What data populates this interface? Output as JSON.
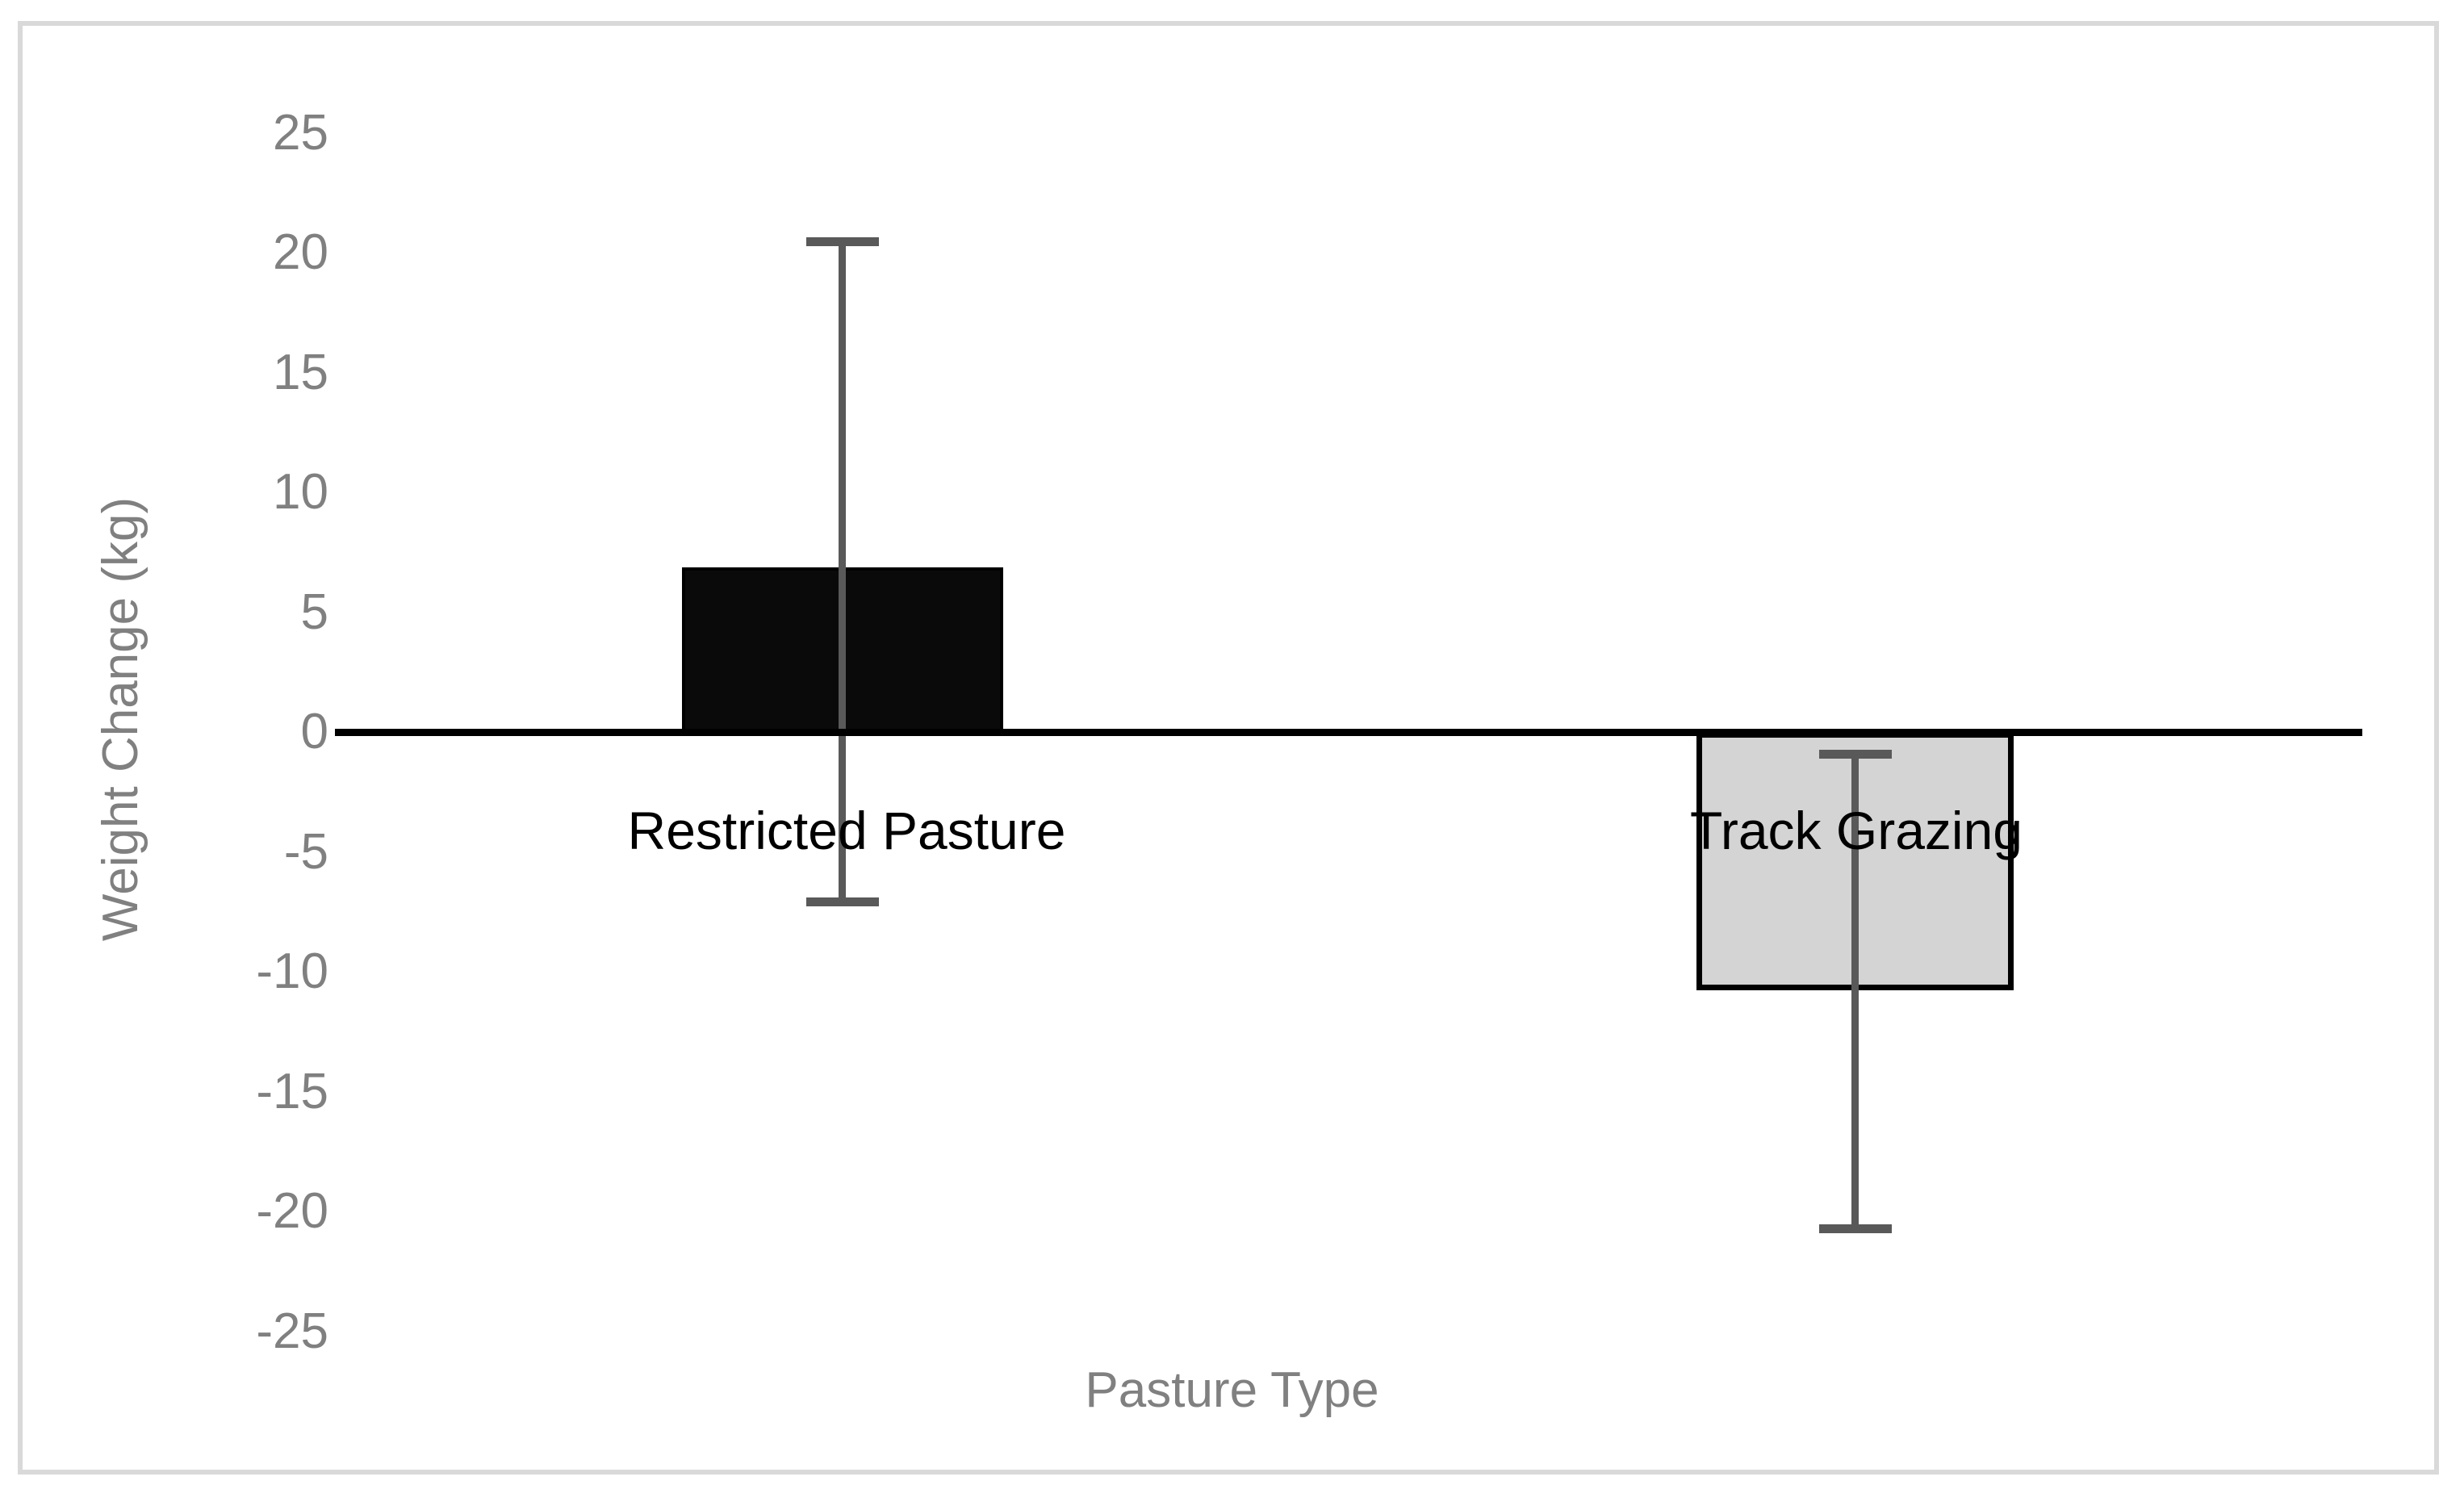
{
  "figure": {
    "background_color": "#ffffff",
    "border_color": "#d9d9d9"
  },
  "chart_data": {
    "type": "bar",
    "title": "",
    "subtitle": "",
    "xlabel": "Pasture Type",
    "ylabel": "Weight Change (kg)",
    "categories": [
      "Restricted Pasture",
      "Track Grazing"
    ],
    "values": [
      6.9,
      -10.8
    ],
    "error_upper": [
      20.6,
      -0.7
    ],
    "error_lower": [
      -7.1,
      -20.7
    ],
    "error_plus": [
      13.7,
      10.1
    ],
    "error_minus": [
      14.0,
      9.9
    ],
    "ylim": [
      -25,
      25
    ],
    "yticks": [
      25,
      20,
      15,
      10,
      5,
      0,
      -5,
      -10,
      -15,
      -20,
      -25
    ],
    "ytick_labels": [
      "25",
      "20",
      "15",
      "10",
      "5",
      "0",
      "-5",
      "-10",
      "-15",
      "-20",
      "-25"
    ],
    "grid": false,
    "legend": false,
    "legend_position": "none",
    "series": [
      {
        "name": "Restricted Pasture",
        "value": 6.9,
        "error_upper": 20.6,
        "error_lower": -7.1,
        "fill_color": "#0a0a0a",
        "edge_color": "#000000"
      },
      {
        "name": "Track Grazing",
        "value": -10.8,
        "error_upper": -0.7,
        "error_lower": -20.7,
        "fill_color": "#d4d4d4",
        "edge_color": "#000000"
      }
    ],
    "axis_label_color": "#808080",
    "category_label_color": "#000000",
    "error_bar_color": "#595959",
    "zero_line_color": "#000000"
  }
}
